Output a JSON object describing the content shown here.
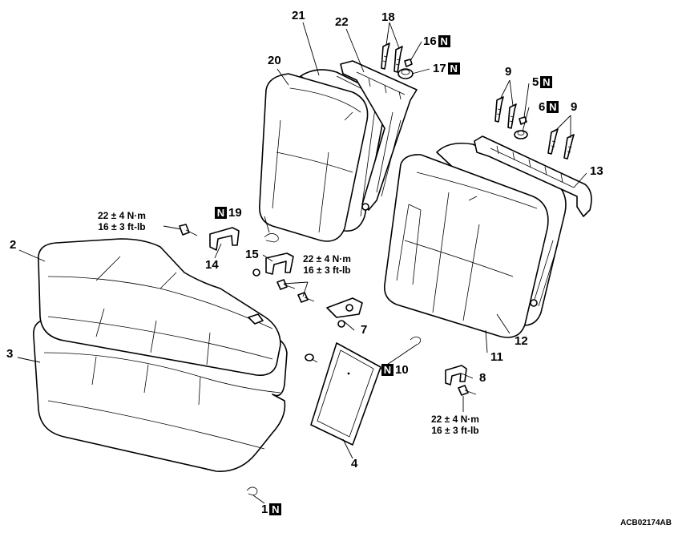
{
  "diagram_code": "ACB02174AB",
  "new_part_mark": "N",
  "callouts": [
    {
      "id": "1",
      "label": "1",
      "new": true
    },
    {
      "id": "2",
      "label": "2",
      "new": false
    },
    {
      "id": "3",
      "label": "3",
      "new": false
    },
    {
      "id": "4",
      "label": "4",
      "new": false
    },
    {
      "id": "5",
      "label": "5",
      "new": true
    },
    {
      "id": "6",
      "label": "6",
      "new": true
    },
    {
      "id": "7",
      "label": "7",
      "new": false
    },
    {
      "id": "8",
      "label": "8",
      "new": false
    },
    {
      "id": "9a",
      "label": "9",
      "new": false
    },
    {
      "id": "9b",
      "label": "9",
      "new": false
    },
    {
      "id": "10",
      "label": "10",
      "new": true
    },
    {
      "id": "11",
      "label": "11",
      "new": false
    },
    {
      "id": "12",
      "label": "12",
      "new": false
    },
    {
      "id": "13",
      "label": "13",
      "new": false
    },
    {
      "id": "14",
      "label": "14",
      "new": false
    },
    {
      "id": "15",
      "label": "15",
      "new": false
    },
    {
      "id": "16",
      "label": "16",
      "new": true
    },
    {
      "id": "17",
      "label": "17",
      "new": true
    },
    {
      "id": "18",
      "label": "18",
      "new": false
    },
    {
      "id": "19",
      "label": "19",
      "new": true
    },
    {
      "id": "20",
      "label": "20",
      "new": false
    },
    {
      "id": "21",
      "label": "21",
      "new": false
    },
    {
      "id": "22",
      "label": "22",
      "new": false
    }
  ],
  "torque_specs": [
    {
      "id": "t14",
      "metric": "22 ± 4 N·m",
      "imperial": "16 ± 3 ft-lb"
    },
    {
      "id": "t7",
      "metric": "22 ± 4 N·m",
      "imperial": "16 ± 3 ft-lb"
    },
    {
      "id": "t8",
      "metric": "22 ± 4 N·m",
      "imperial": "16 ± 3 ft-lb"
    }
  ]
}
